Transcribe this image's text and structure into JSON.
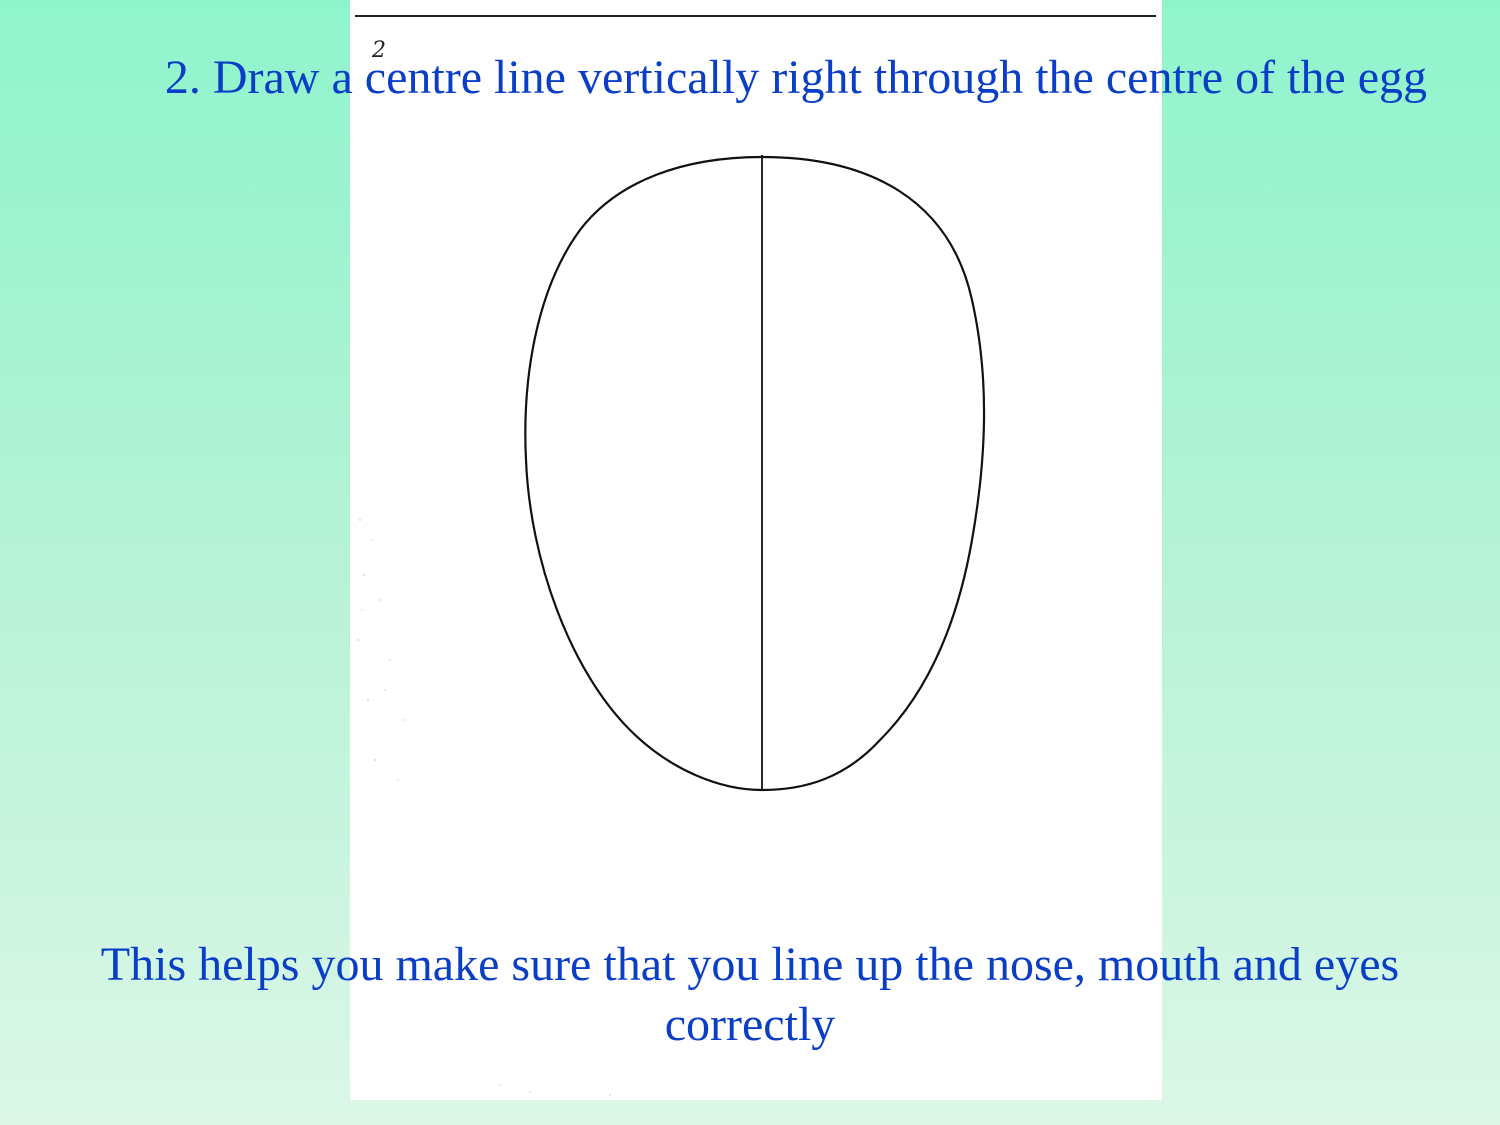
{
  "slide": {
    "title": "2. Draw a centre line vertically right through the centre of the egg",
    "explanation": "This helps you make sure that you line up the nose, mouth and eyes correctly"
  },
  "sketch": {
    "page_number_mark": "2",
    "shape": "egg-outline",
    "guide": "vertical-centre-line"
  },
  "colors": {
    "text": "#0b3ec7",
    "background_top": "#8ff4cc",
    "background_bottom": "#dcf7e8",
    "paper": "#ffffff",
    "ink": "#111111"
  }
}
